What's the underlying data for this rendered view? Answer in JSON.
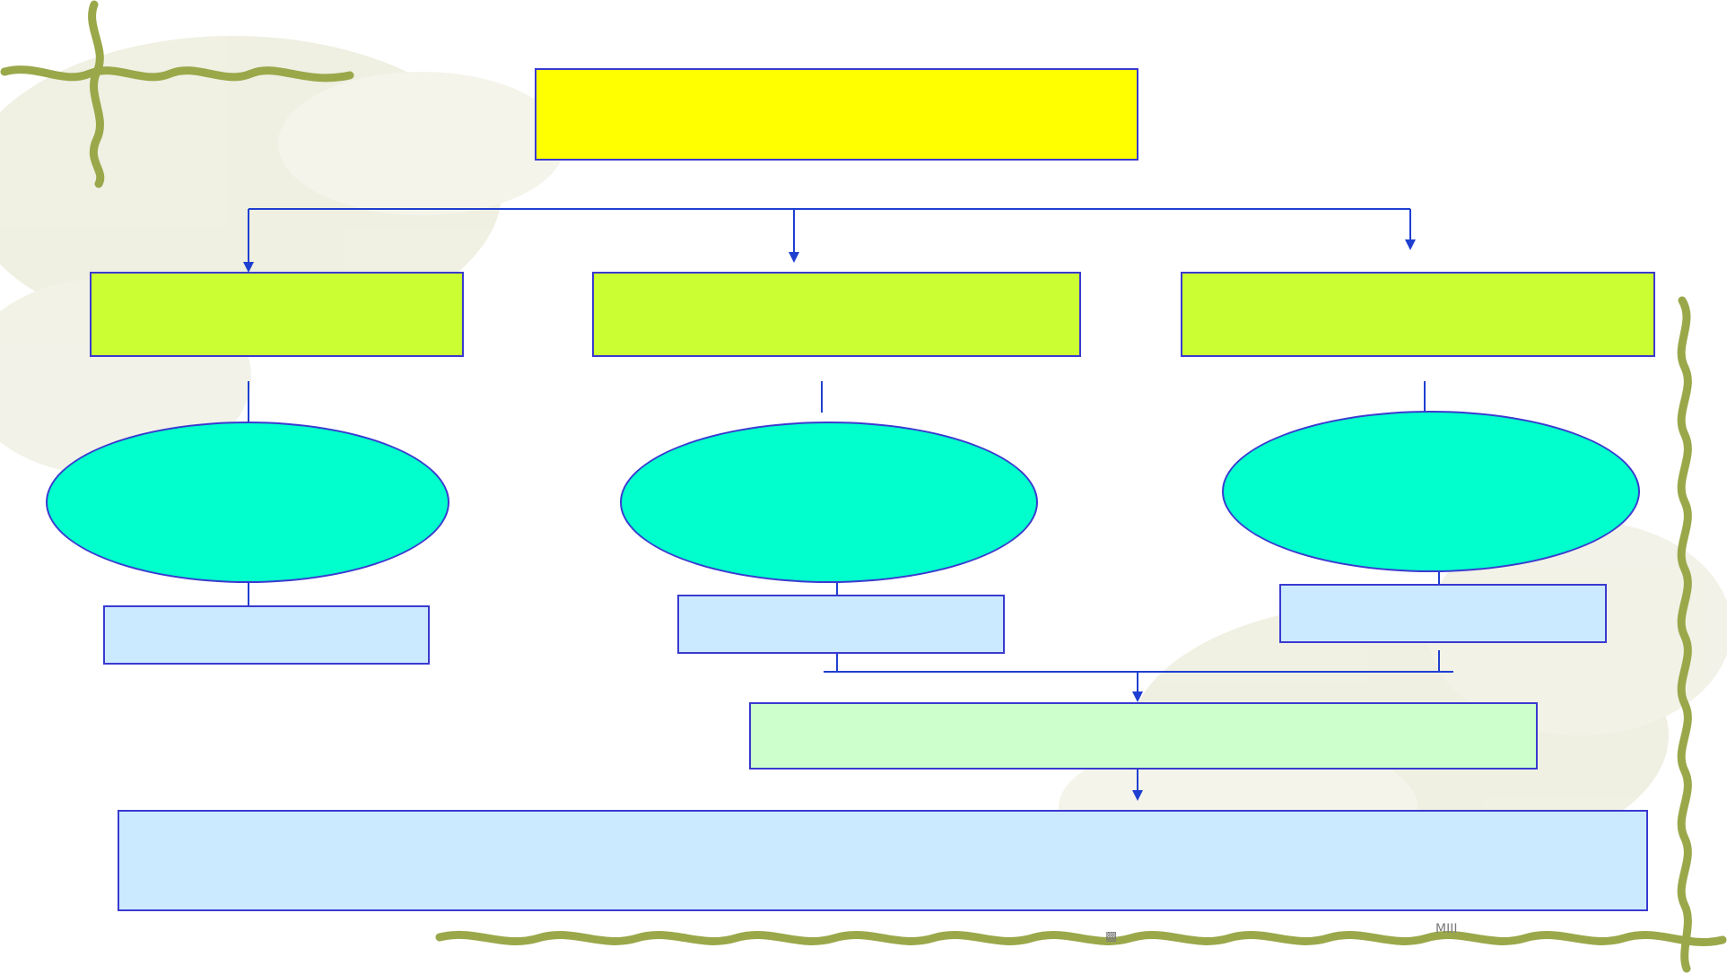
{
  "colors": {
    "top_box": "#ffff00",
    "level2_box": "#ccff33",
    "ellipse": "#00ffcc",
    "level3_box": "#cceaff",
    "merge_box": "#ccffcc",
    "bottom_box": "#cceaff",
    "lines": "#1f3fd0",
    "vine": "#8a9a3a",
    "watermark": "#d6d6b8"
  },
  "icons": {
    "footer_left": "checker-glyph",
    "footer_right": "mitl-glyph"
  },
  "nodes": {
    "top": "",
    "level2_left": "",
    "level2_middle": "",
    "level2_right": "",
    "ellipse_left": "",
    "ellipse_middle": "",
    "ellipse_right": "",
    "level3_left": "",
    "level3_middle": "",
    "level3_right": "",
    "merge": "",
    "bottom": ""
  },
  "footer": {
    "left_glyph": "▩",
    "right_glyph": "MIII"
  }
}
